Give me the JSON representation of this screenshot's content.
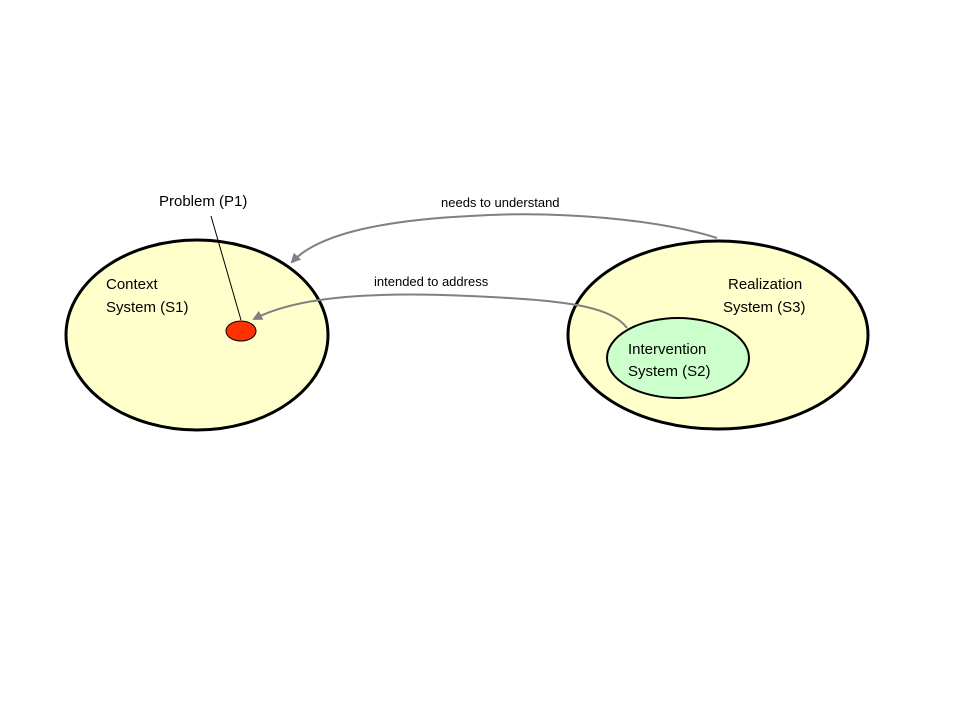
{
  "diagram": {
    "nodes": {
      "context": {
        "line1": "Context",
        "line2": "System (S1)",
        "fill": "#ffffcc",
        "stroke": "#000000"
      },
      "realization": {
        "line1": "Realization",
        "line2": "System (S3)",
        "fill": "#ffffcc",
        "stroke": "#000000"
      },
      "intervention": {
        "line1": "Intervention",
        "line2": "System (S2)",
        "fill": "#ccffcc",
        "stroke": "#000000"
      },
      "problem": {
        "label": "Problem (P1)",
        "fill": "#ff3300",
        "stroke": "#000000"
      }
    },
    "edges": {
      "needs_to_understand": {
        "label": "needs to understand",
        "from": "Realization System (S3)",
        "to": "Context System (S1)",
        "color": "#808080"
      },
      "intended_to_address": {
        "label": "intended to address",
        "from": "Intervention System (S2)",
        "to": "Problem (P1)",
        "color": "#808080"
      }
    }
  }
}
